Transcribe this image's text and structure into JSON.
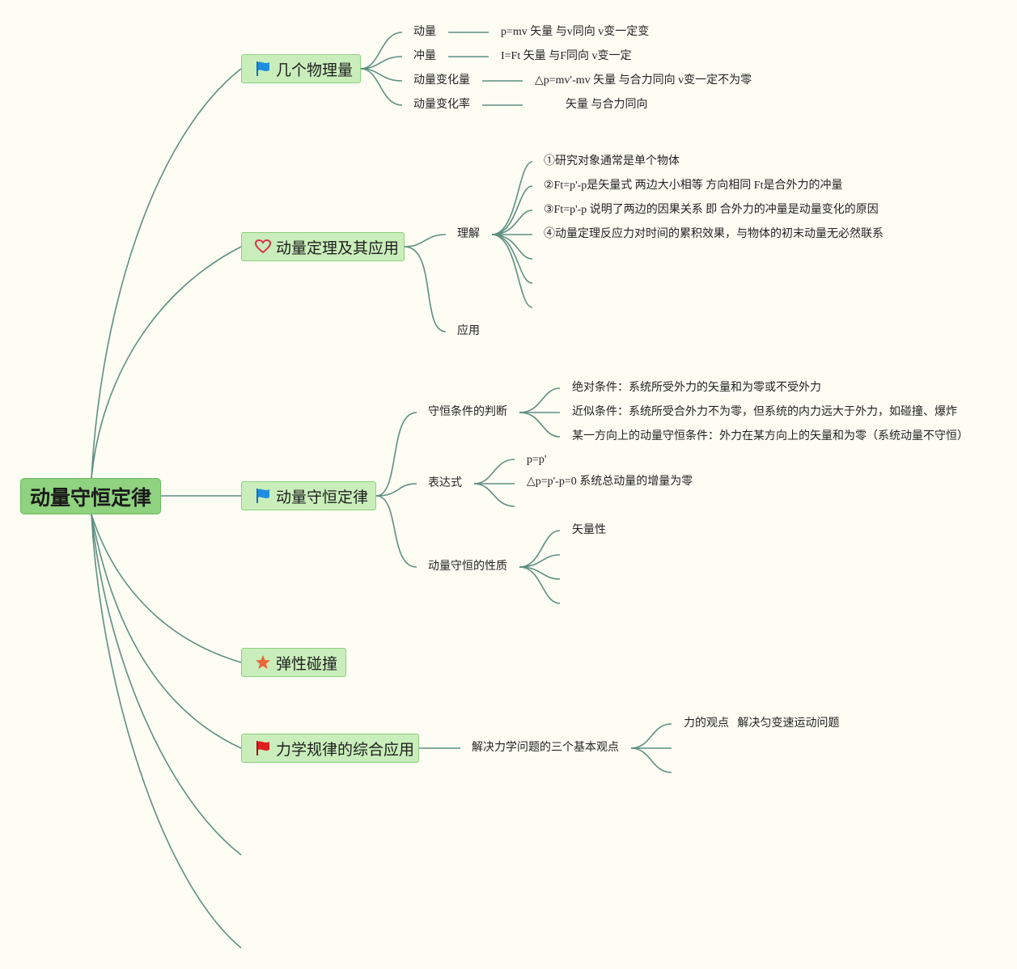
{
  "root": {
    "label": "动量守恒定律"
  },
  "topics": [
    {
      "label": "几个物理量",
      "icon": "blue-flag-icon"
    },
    {
      "label": "动量定理及其应用",
      "icon": "heart-icon"
    },
    {
      "label": "动量守恒定律",
      "icon": "blue-flag-icon"
    },
    {
      "label": "弹性碰撞",
      "icon": "star-icon"
    },
    {
      "label": "力学规律的综合应用",
      "icon": "red-flag-icon"
    }
  ],
  "quantities": [
    {
      "name": "动量",
      "desc": "p=mv 矢量 与v同向 v变一定变"
    },
    {
      "name": "冲量",
      "desc": "I=Ft 矢量 与F同向 v变一定"
    },
    {
      "name": "动量变化量",
      "desc": "△p=mv'-mv 矢量 与合力同向 v变一定不为零"
    },
    {
      "name": "动量变化率",
      "desc": "矢量 与合力同向"
    }
  ],
  "theorem": {
    "understand": "理解",
    "points": [
      "①研究对象通常是单个物体",
      "②Ft=p'-p是矢量式 两边大小相等 方向相同 Ft是合外力的冲量",
      "③Ft=p'-p 说明了两边的因果关系 即 合外力的冲量是动量变化的原因",
      "④动量定理反应力对时间的累积效果，与物体的初末动量无必然联系"
    ],
    "apply": "应用"
  },
  "conservation": {
    "judge": "守恒条件的判断",
    "conditions": [
      "绝对条件：系统所受外力的矢量和为零或不受外力",
      "近似条件：系统所受合外力不为零，但系统的内力远大于外力，如碰撞、爆炸",
      "某一方向上的动量守恒条件：外力在某方向上的矢量和为零（系统动量不守恒）"
    ],
    "expr": "表达式",
    "exprs": [
      "p=p'",
      "△p=p'-p=0 系统总动量的增量为零"
    ],
    "props": "动量守恒的性质",
    "propItems": [
      "矢量性"
    ]
  },
  "mechanics": {
    "views": "解决力学问题的三个基本观点",
    "viewItems": [
      "力的观点   解决匀变速运动问题"
    ]
  },
  "colors": {
    "line": "#5e8f80",
    "topic_bg": "#c9eebb",
    "root_bg": "#8fd27f",
    "background": "#fdfdf4"
  }
}
